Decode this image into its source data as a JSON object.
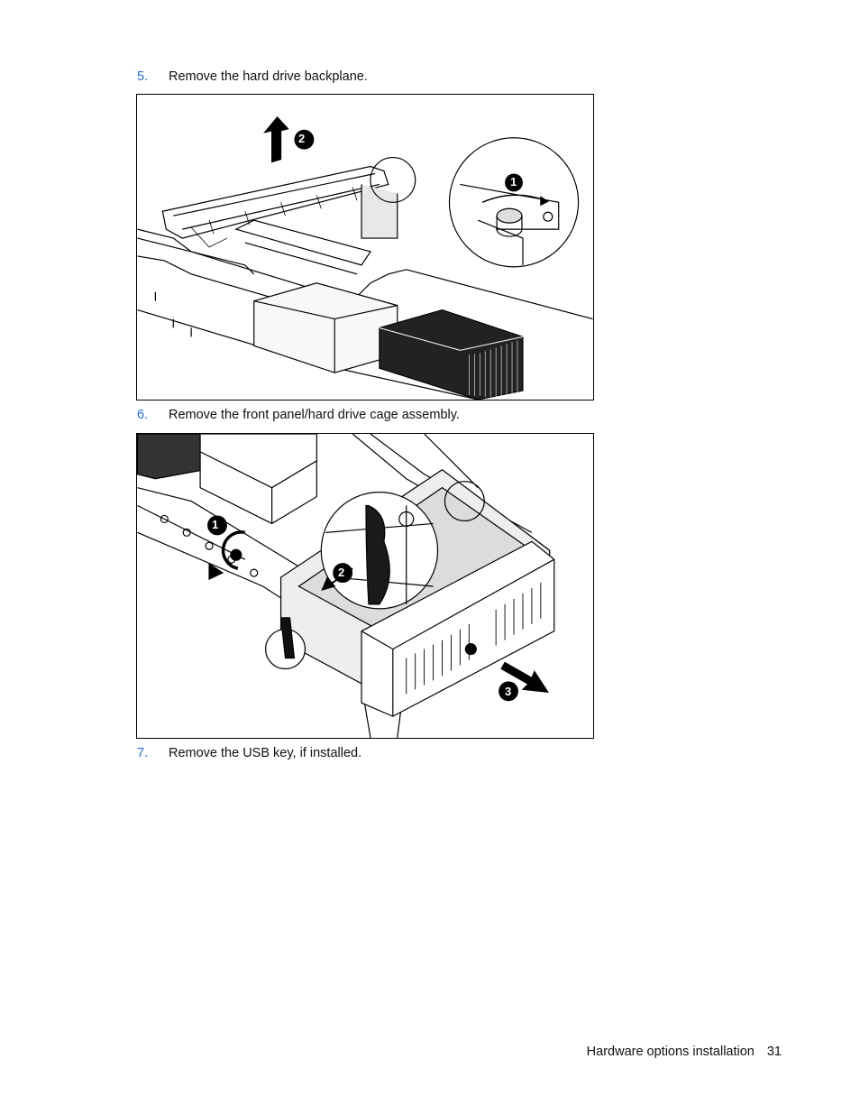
{
  "steps": [
    {
      "number": "5.",
      "text": "Remove the hard drive backplane."
    },
    {
      "number": "6.",
      "text": "Remove the front panel/hard drive cage assembly."
    },
    {
      "number": "7.",
      "text": "Remove the USB key, if installed."
    }
  ],
  "figure1": {
    "callouts": [
      "1",
      "2"
    ]
  },
  "figure2": {
    "callouts": [
      "1",
      "2",
      "3"
    ]
  },
  "footer": {
    "section": "Hardware options installation",
    "page": "31"
  },
  "colors": {
    "step_number": "#1e6ed6",
    "text": "#111111",
    "line_art": "#000000"
  }
}
